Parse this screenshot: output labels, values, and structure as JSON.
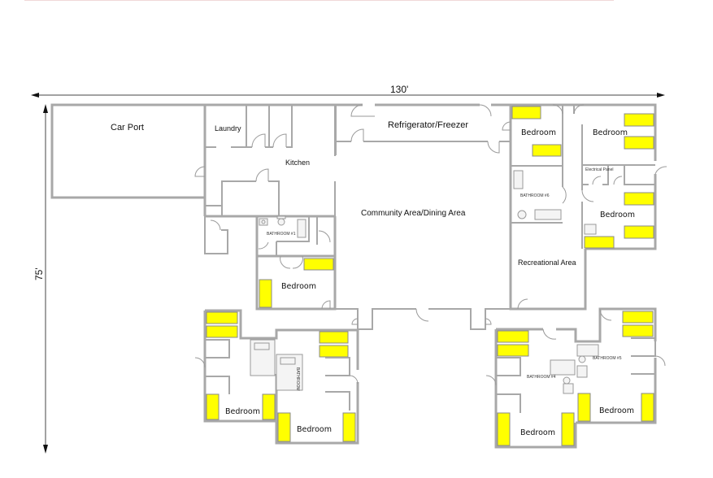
{
  "dimensions": {
    "width_label": "130'",
    "height_label": "75'"
  },
  "rooms": {
    "car_port": "Car Port",
    "laundry": "Laundry",
    "kitchen": "Kitchen",
    "refrigerator_freezer": "Refrigerator/Freezer",
    "community_area": "Community Area/Dining Area",
    "recreational_area": "Recreational Area",
    "bedroom_top_left_wing": "Bedroom",
    "bedroom_ne_1": "Bedroom",
    "bedroom_ne_2": "Bedroom",
    "bedroom_ne_3": "Bedroom",
    "bedroom_sw_1": "Bedroom",
    "bedroom_sw_2": "Bedroom",
    "bedroom_se_1": "Bedroom",
    "bedroom_se_2": "Bedroom",
    "bathroom_1": "BATHROOM #1",
    "bathroom_sw": "BATHROOM",
    "bathroom_4": "BATHROOM #4",
    "bathroom_5": "BATHROOM #5",
    "bathroom_6": "BATHROOM #6",
    "electrical_panel": "Electrical Panel"
  },
  "colors": {
    "wall": "#a8a8a8",
    "bed": "#ffff00",
    "background": "#ffffff"
  }
}
